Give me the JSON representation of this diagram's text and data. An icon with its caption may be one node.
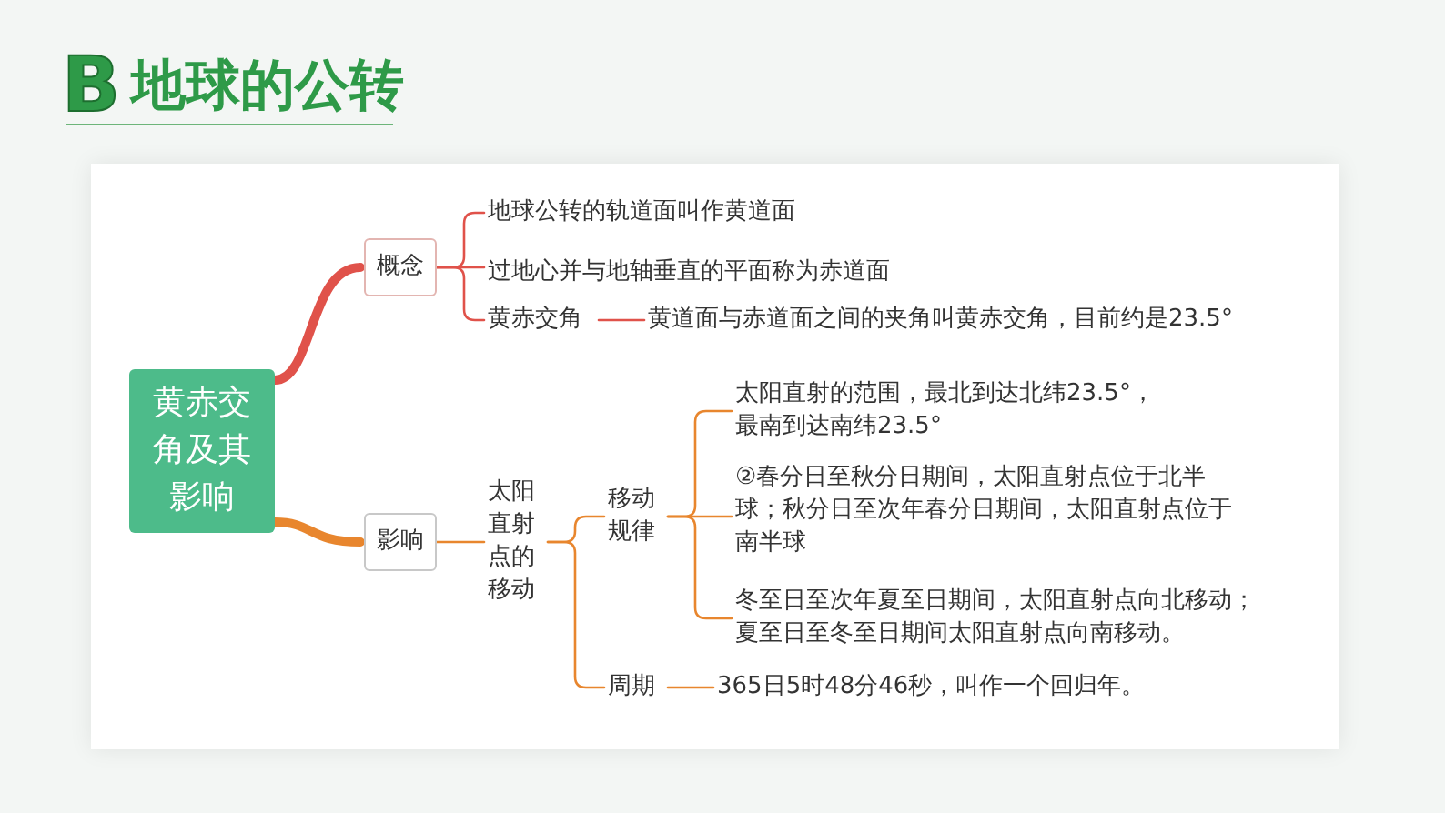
{
  "diagram": {
    "title": "地球的公转",
    "nodes": [
      {
        "text": [
          "黄赤交角及其影响"
        ]
      },
      {
        "text": [
          "概念"
        ]
      },
      {
        "text": [
          "地球公转的轨道面叫作黄道面"
        ]
      },
      {
        "text": [
          "过地心并与地轴垂直的平面称为赤道面"
        ]
      },
      {
        "text": [
          "黄赤交角"
        ]
      },
      {
        "text": [
          "黄道面与赤道面之间的夹角叫黄赤交角，目前约是23.5°"
        ]
      },
      {
        "text": [
          "影响"
        ]
      },
      {
        "text": [
          "太阳直射点的移动"
        ]
      },
      {
        "text": [
          "移动规律"
        ]
      },
      {
        "text": [
          "太阳直射的范围，最北到达北纬23.5°，最南到达南纬23.5°"
        ]
      },
      {
        "text": [
          "②春分日至秋分日期间，太阳直射点位于北半球；秋分日至次年春分日期间，太阳直射点位于南半球"
        ]
      },
      {
        "text": [
          "冬至日至次年夏至日期间，太阳直射点向北移动；夏至日至冬至日期间太阳直射点向南移动。"
        ]
      },
      {
        "text": [
          "周期"
        ]
      },
      {
        "text": [
          "365日5时48分46秒，叫作一个回归年。"
        ]
      }
    ],
    "edges": [
      {
        "from": 0,
        "to": 1,
        "arrow": "none",
        "style": "thick",
        "color": "#e0524a"
      },
      {
        "from": 1,
        "to": 2,
        "arrow": "none",
        "color": "#e0524a"
      },
      {
        "from": 1,
        "to": 3,
        "arrow": "none",
        "color": "#e0524a"
      },
      {
        "from": 1,
        "to": 4,
        "arrow": "none",
        "color": "#e0524a"
      },
      {
        "from": 4,
        "to": 5,
        "arrow": "none",
        "color": "#e0524a"
      },
      {
        "from": 0,
        "to": 6,
        "arrow": "none",
        "style": "thick"
      },
      {
        "from": 6,
        "to": 7,
        "arrow": "none"
      },
      {
        "from": 7,
        "to": 8,
        "arrow": "none"
      },
      {
        "from": 7,
        "to": 12,
        "arrow": "none"
      },
      {
        "from": 8,
        "to": 9,
        "arrow": "none"
      },
      {
        "from": 8,
        "to": 10,
        "arrow": "none"
      },
      {
        "from": 8,
        "to": 11,
        "arrow": "none"
      },
      {
        "from": 12,
        "to": 13,
        "arrow": "none"
      }
    ],
    "labels": [
      "B"
    ]
  }
}
